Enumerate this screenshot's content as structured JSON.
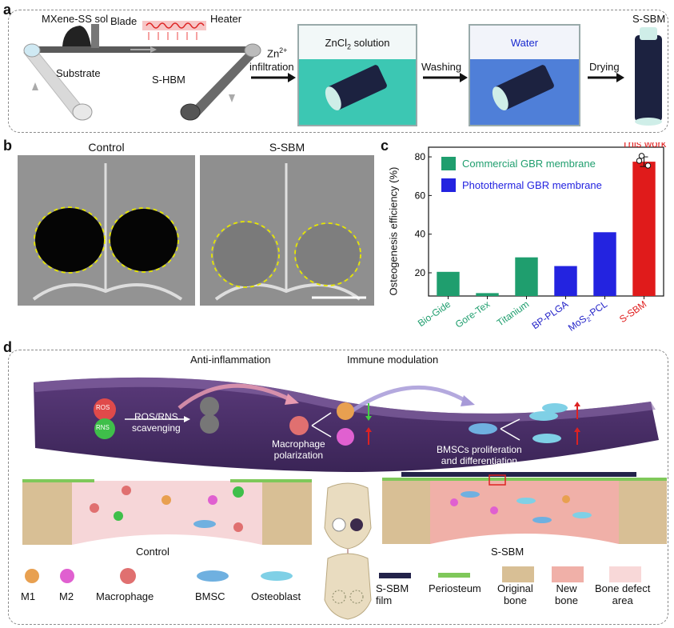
{
  "panel_a": {
    "letter": "a",
    "labels": {
      "sol": "MXene-SS sol",
      "blade": "Blade",
      "heater": "Heater",
      "substrate": "Substrate",
      "hbm": "S-HBM",
      "zn_line1": "Zn",
      "zn_sup": "2+",
      "zn_line2": "infiltration",
      "tank1": "ZnCl",
      "tank1_sub": "2",
      "tank1_rest": " solution",
      "washing": "Washing",
      "tank2": "Water",
      "drying": "Drying",
      "sbm": "S-SBM"
    }
  },
  "panel_b": {
    "letter": "b",
    "control_title": "Control",
    "sbm_title": "S-SBM"
  },
  "panel_c": {
    "letter": "c",
    "chart_data": {
      "type": "bar",
      "ylabel": "Osteogenesis efficiency (%)",
      "ylim": [
        8,
        85
      ],
      "yticks": [
        20,
        40,
        60,
        80
      ],
      "categories": [
        "Bio-Gide",
        "Gore-Tex",
        "Titanium",
        "BP-PLGA",
        "MoS2-PCL",
        "S-SBM"
      ],
      "category_labels": [
        {
          "text": "Bio-Gide",
          "sub": ""
        },
        {
          "text": "Gore-Tex",
          "sub": ""
        },
        {
          "text": "Titanium",
          "sub": ""
        },
        {
          "text": "BP-PLGA",
          "sub": ""
        },
        {
          "text": "MoS",
          "sub": "2",
          "rest": "-PCL"
        },
        {
          "text": "S-SBM",
          "sub": ""
        }
      ],
      "values": [
        20.5,
        9.5,
        28,
        23.5,
        41,
        77.5
      ],
      "error": [
        0,
        0,
        0,
        0,
        0,
        2.5
      ],
      "points_last": [
        80.5,
        78,
        75.5
      ],
      "bar_colors": [
        "#1f9e6e",
        "#1f9e6e",
        "#1f9e6e",
        "#2323e0",
        "#2323e0",
        "#e01b1b"
      ],
      "label_colors": [
        "#1f9e6e",
        "#1f9e6e",
        "#1f9e6e",
        "#2323c8",
        "#2323c8",
        "#e01b1b"
      ],
      "legend": [
        {
          "name": "Commercial GBR membrane",
          "color": "#1f9e6e"
        },
        {
          "name": "Photothermal GBR membrane",
          "color": "#2323e0"
        }
      ],
      "annotation": "This work",
      "annotation_color": "#e01b1b",
      "grid": false,
      "legend_placement": "top-left"
    }
  },
  "panel_d": {
    "letter": "d",
    "anti_inflammation": "Anti-inflammation",
    "immune_modulation": "Immune modulation",
    "ros": "ROS",
    "rns": "RNS",
    "scavenging_line1": "ROS/RNS",
    "scavenging_line2": "scavenging",
    "macrophage_line1": "Macrophage",
    "macrophage_line2": "polarization",
    "bmsc_line1": "BMSCs proliferation",
    "bmsc_line2": "and differentiation",
    "control": "Control",
    "sbm": "S-SBM",
    "legend": {
      "m1": "M1",
      "m2": "M2",
      "macrophage": "Macrophage",
      "bmsc": "BMSC",
      "osteoblast": "Osteoblast",
      "film_line1": "S-SBM",
      "film_line2": "film",
      "periosteum": "Periosteum",
      "orig_line1": "Original",
      "orig_line2": "bone",
      "new_line1": "New",
      "new_line2": "bone",
      "defect_line1": "Bone defect",
      "defect_line2": "area"
    }
  }
}
